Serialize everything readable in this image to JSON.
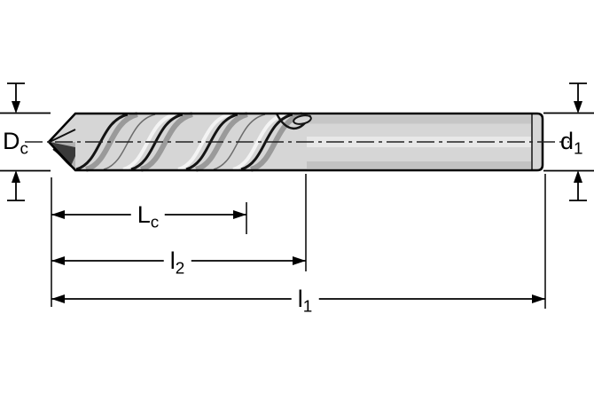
{
  "diagram": {
    "labels": {
      "cutting_diameter": {
        "base": "D",
        "sub": "c"
      },
      "shank_diameter": {
        "base": "d",
        "sub": "1"
      },
      "flute_length": {
        "base": "L",
        "sub": "c"
      },
      "length_l2": {
        "base": "l",
        "sub": "2"
      },
      "overall_length": {
        "base": "l",
        "sub": "1"
      }
    },
    "colors": {
      "background": "#ffffff",
      "body_fill": "#d6d6d6",
      "outline": "#000000"
    }
  }
}
